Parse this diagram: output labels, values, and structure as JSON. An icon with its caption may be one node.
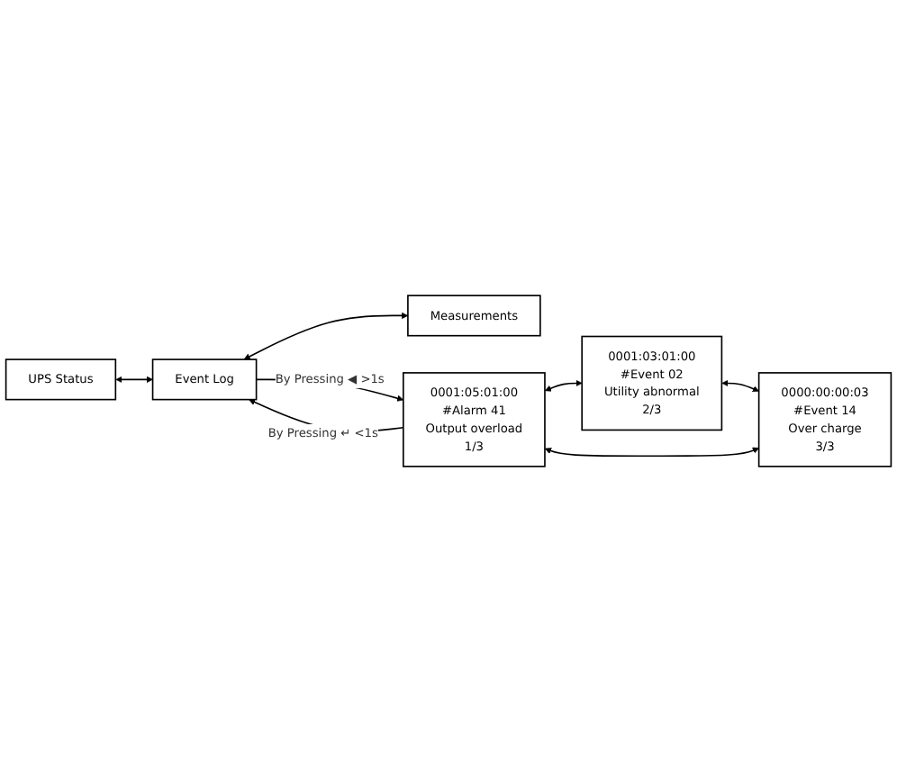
{
  "diagram": {
    "nodes": [
      {
        "text": [
          "UPS Status"
        ]
      },
      {
        "text": [
          "Event Log"
        ]
      },
      {
        "text": [
          "Measurements"
        ]
      },
      {
        "text": [
          "0001:05:01:00",
          "#Alarm 41",
          "Output overload",
          "1/3"
        ]
      },
      {
        "text": [
          "0001:03:01:00",
          "#Event 02",
          "Utility abnormal",
          "2/3"
        ]
      },
      {
        "text": [
          "0000:00:00:03",
          "#Event 14",
          "Over charge",
          "3/3"
        ]
      }
    ],
    "edges": [
      {
        "from": 0,
        "to": 1,
        "arrow": "both"
      },
      {
        "from": 1,
        "to": 3,
        "arrow": "to",
        "label": "By Pressing ◀ >1s"
      },
      {
        "from": 3,
        "to": 1,
        "arrow": "to",
        "label": "By Pressing ↵ <1s"
      },
      {
        "from": 1,
        "to": 2,
        "arrow": "both"
      },
      {
        "from": 3,
        "to": 4,
        "arrow": "both"
      },
      {
        "from": 4,
        "to": 5,
        "arrow": "both"
      },
      {
        "from": 3,
        "to": 5,
        "arrow": "both"
      }
    ]
  }
}
